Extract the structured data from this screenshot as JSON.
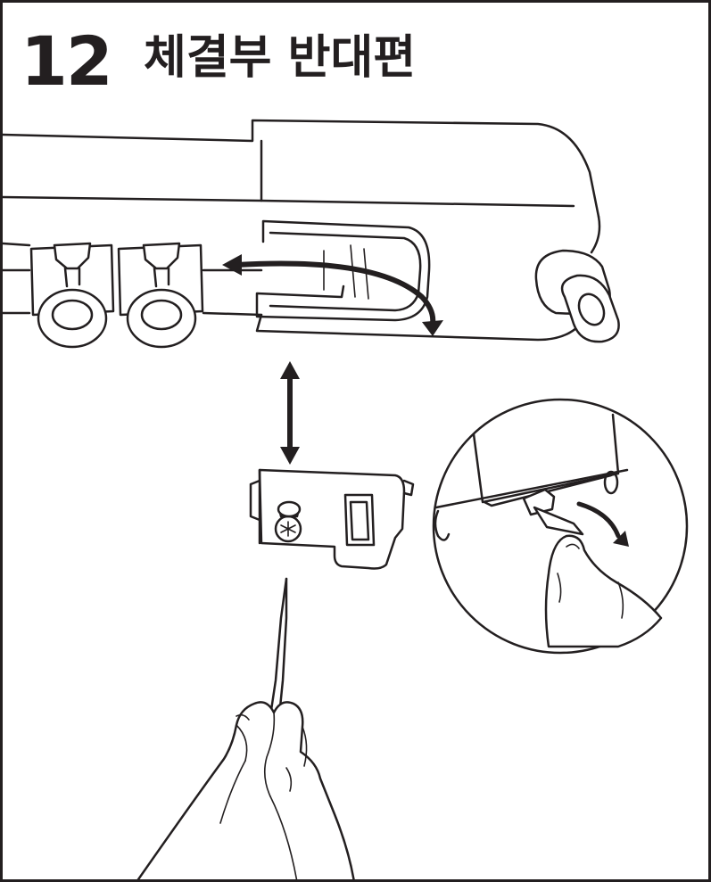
{
  "step": {
    "number": "12",
    "title": "체결부 반대편"
  },
  "colors": {
    "line": "#231f20",
    "background": "#ffffff"
  },
  "icons": [
    "curtain-rail",
    "rail-end-cap",
    "runner-hook",
    "bracket-clip",
    "screw",
    "screwdriver",
    "hand",
    "detail-magnifier",
    "swing-arrow",
    "double-arrow"
  ]
}
